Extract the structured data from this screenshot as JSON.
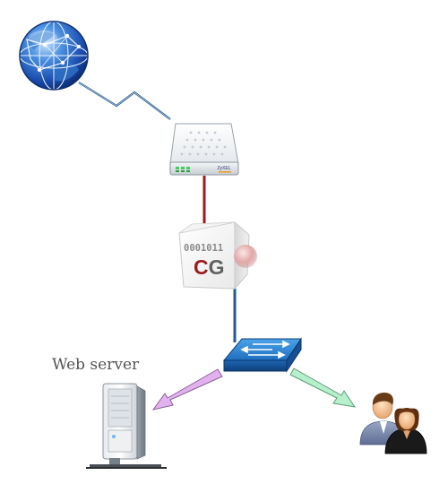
{
  "diagram": {
    "web_server_label": "Web server",
    "firewall": {
      "bits": "0001011",
      "logo_c": "C",
      "logo_g": "G"
    },
    "modem_brand": "ZyXEL",
    "icons": {
      "internet": "globe-icon",
      "modem": "router-icon",
      "firewall": "firewall-icon",
      "switch": "network-switch-icon",
      "server": "server-tower-icon",
      "users": "users-icon"
    },
    "colors": {
      "wireless_link": "#1c4f85",
      "modem_firewall_link": "#a01a1a",
      "firewall_switch_link": "#1f5a9e",
      "server_arrow": "#e2b2ee",
      "users_arrow": "#b6efcb",
      "firewall_logo_c": "#9c1c1c",
      "firewall_logo_g": "#606060"
    }
  }
}
